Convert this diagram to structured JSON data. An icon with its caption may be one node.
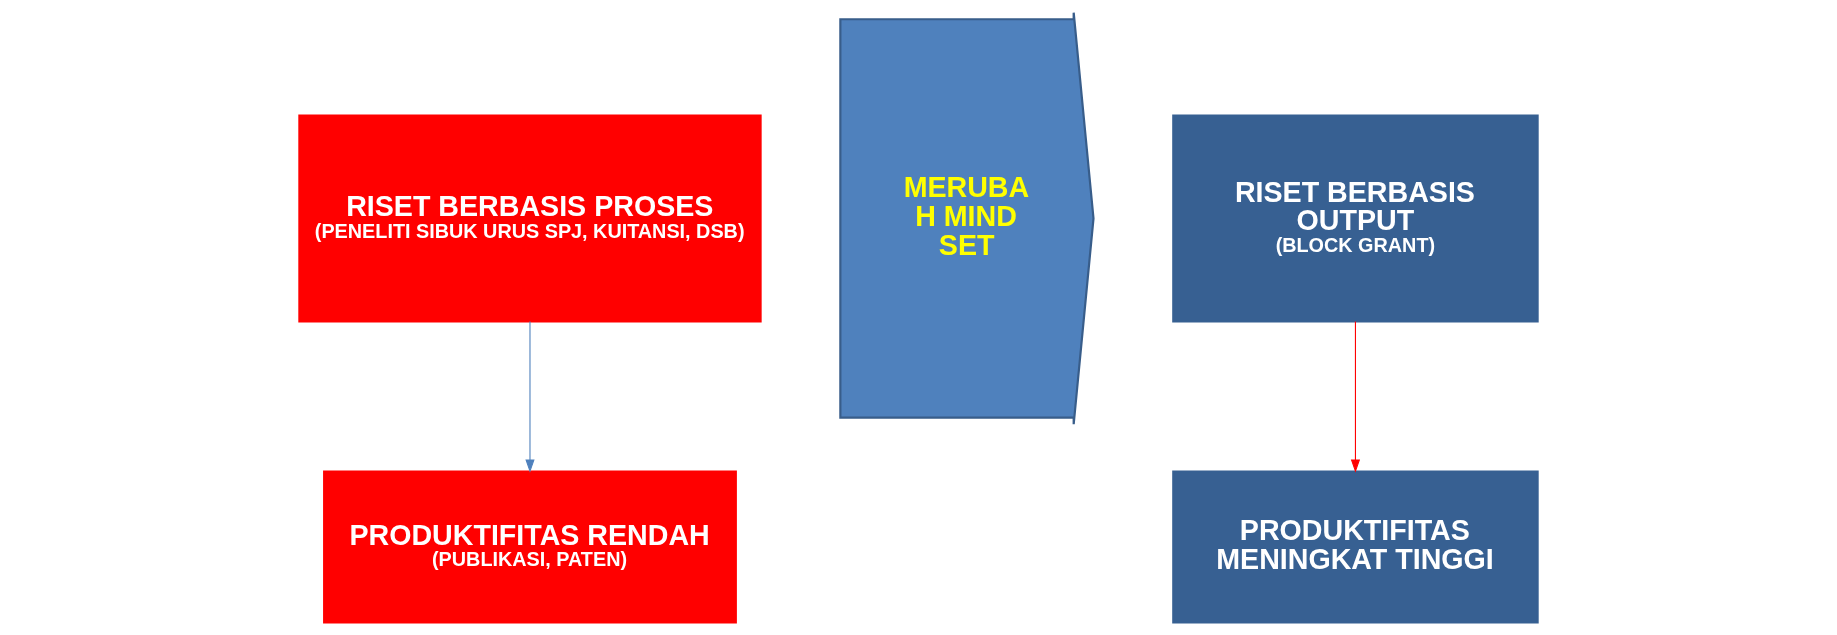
{
  "diagram": {
    "nodes": [
      {
        "text": [
          "RISET BERBASIS PROSES",
          "(PENELITI SIBUK URUS SPJ, KUITANSI, DSB)"
        ]
      },
      {
        "text": [
          "PRODUKTIFITAS RENDAH",
          "(PUBLIKASI, PATEN)"
        ]
      },
      {
        "text": [
          "MERUBA H MIND SET"
        ]
      },
      {
        "text": [
          "RISET BERBASIS OUTPUT",
          "(BLOCK GRANT)"
        ]
      },
      {
        "text": [
          "PRODUKTIFITAS MENINGKAT TINGGI"
        ]
      }
    ],
    "edges": [
      {
        "from": 0,
        "to": 1,
        "arrow": "to",
        "color": "#4f81bd"
      },
      {
        "from": 3,
        "to": 4,
        "arrow": "to",
        "color": "#ff0000"
      }
    ]
  }
}
